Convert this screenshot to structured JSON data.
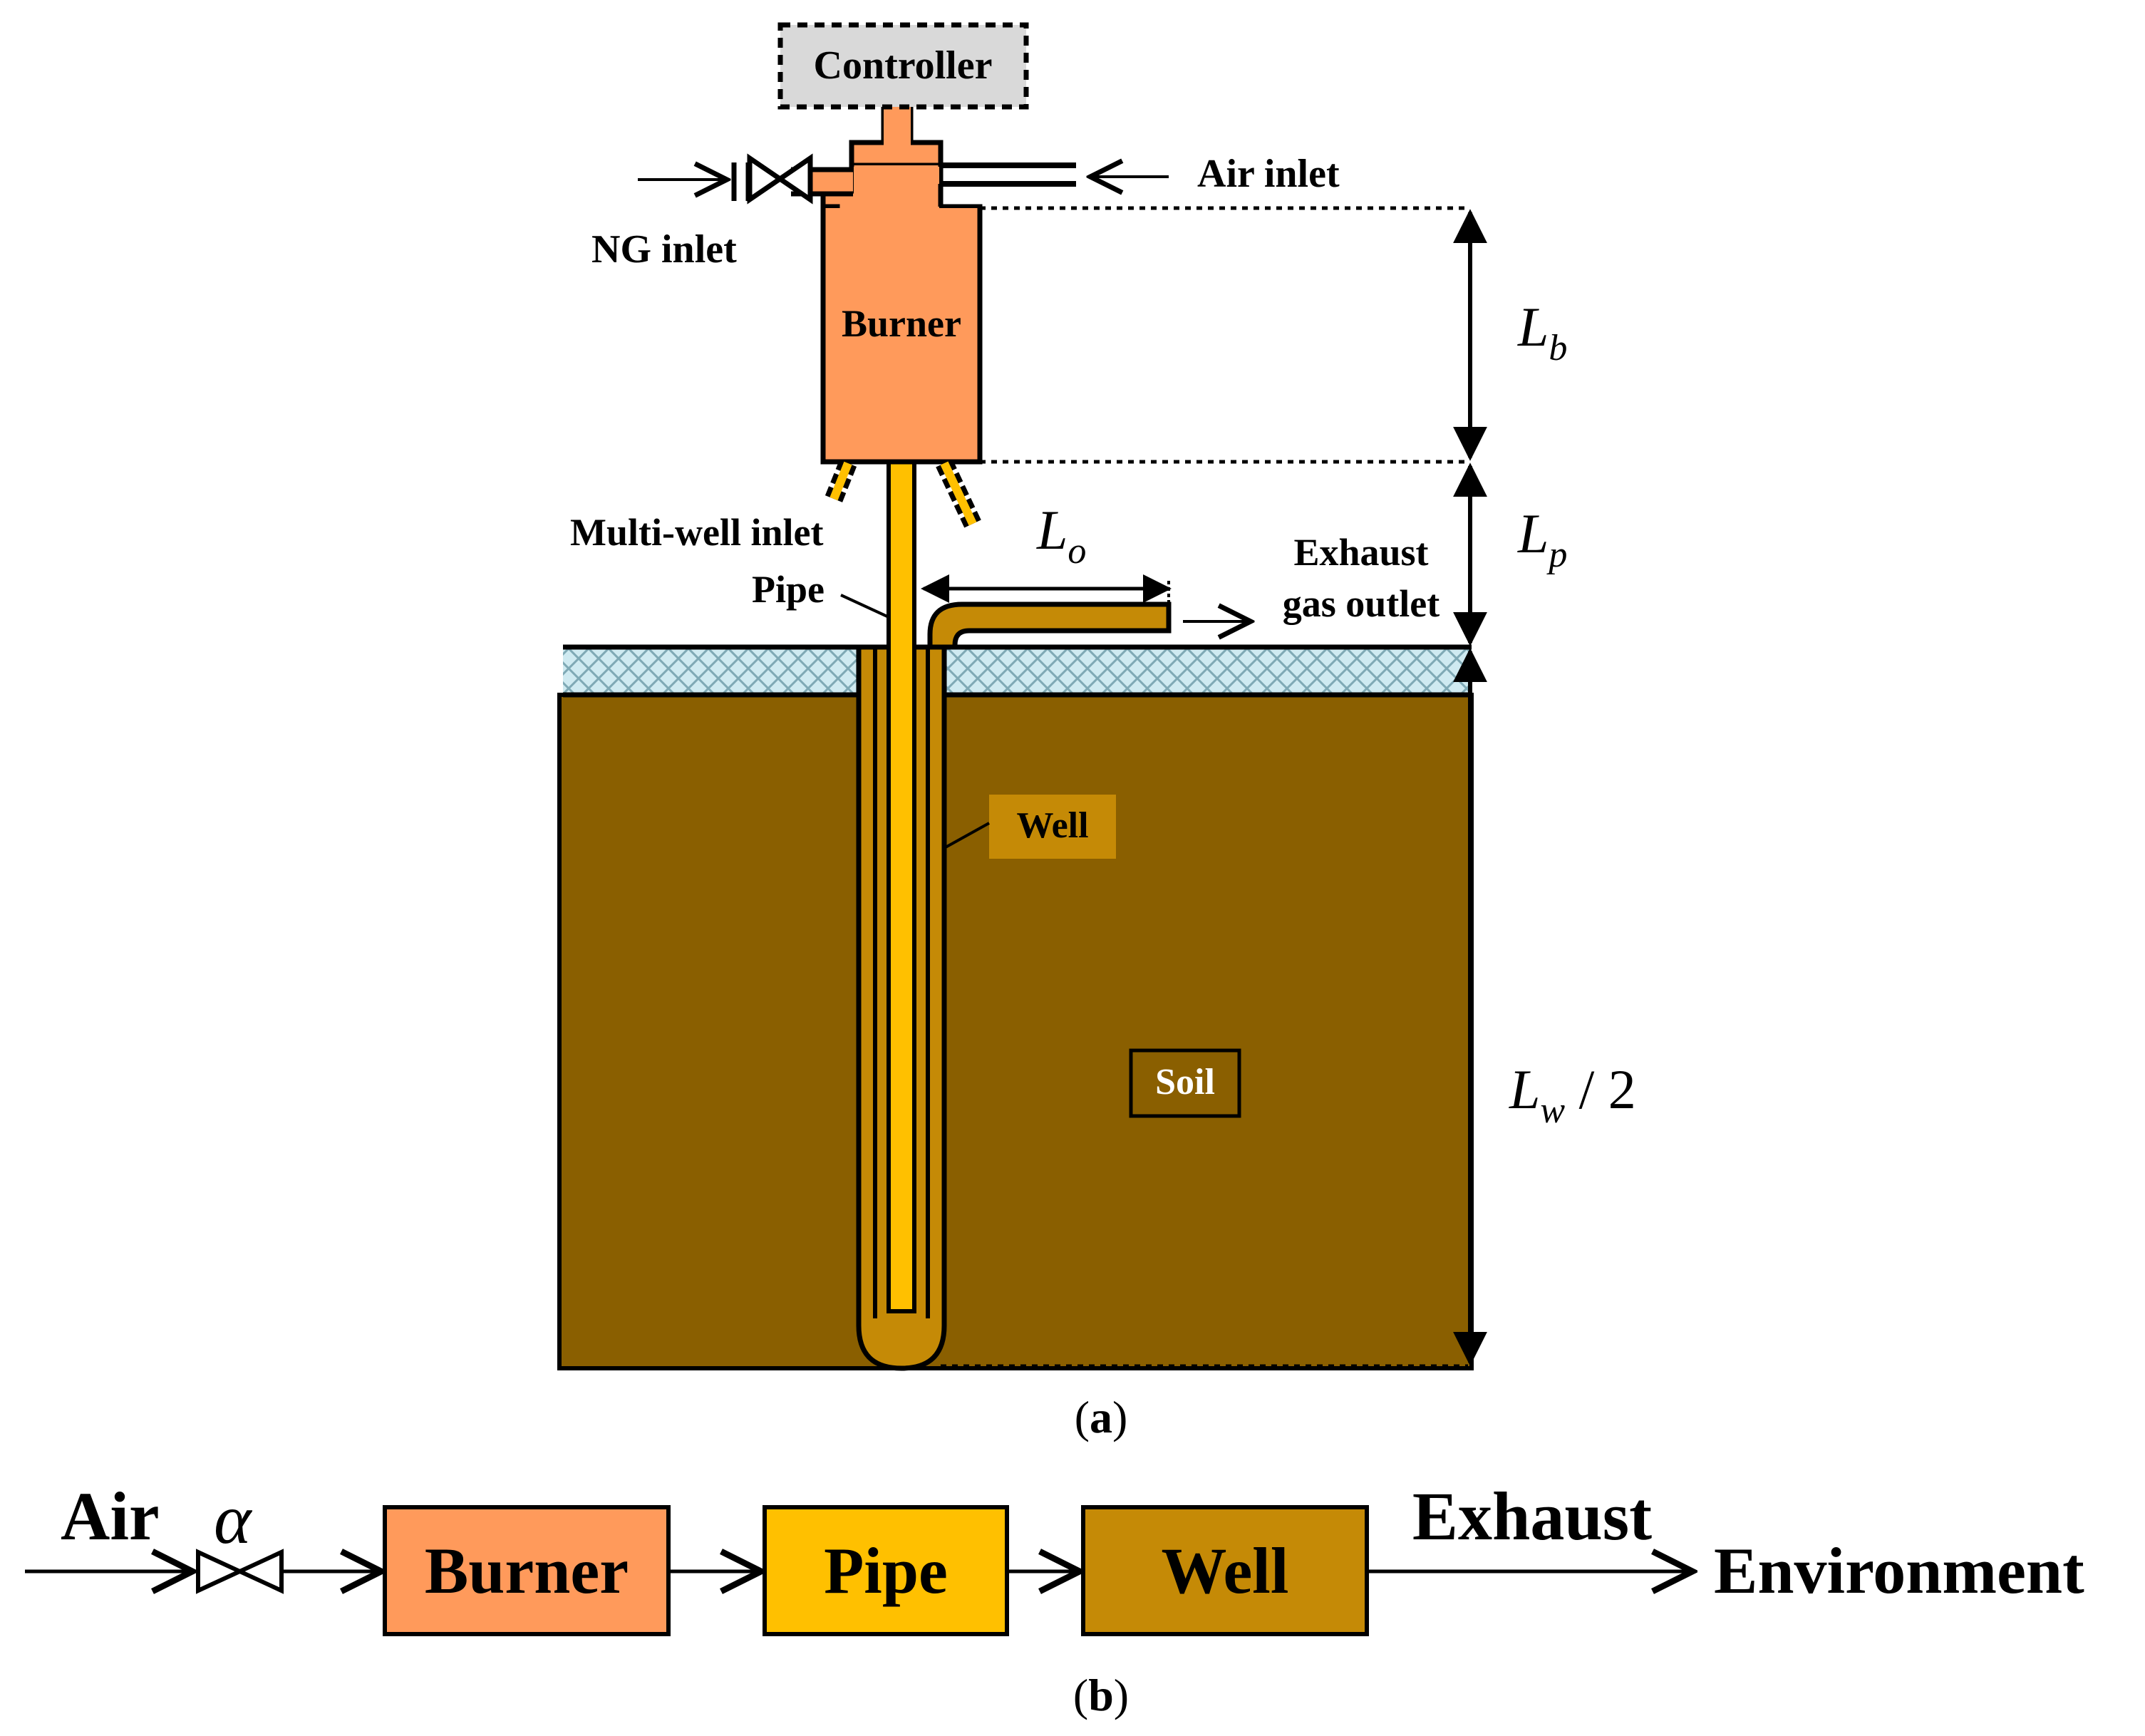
{
  "panel_a": {
    "caption_open": "(",
    "caption_letter": "a",
    "caption_close": ")",
    "controller": "Controller",
    "air_inlet": "Air inlet",
    "ng_inlet": "NG inlet",
    "burner": "Burner",
    "multi_well_inlet": "Multi-well inlet",
    "pipe": "Pipe",
    "exhaust_line1": "Exhaust",
    "exhaust_line2": "gas outlet",
    "well": "Well",
    "soil": "Soil",
    "dim_lb_main": "L",
    "dim_lb_sub": "b",
    "dim_lp_main": "L",
    "dim_lp_sub": "p",
    "dim_lo_main": "L",
    "dim_lo_sub": "o",
    "dim_lw_main": "L",
    "dim_lw_sub": "w",
    "dim_lw_tail": " / 2"
  },
  "panel_b": {
    "caption_open": "(",
    "caption_letter": "b",
    "caption_close": ")",
    "air": "Air",
    "valve_symbol": "α",
    "burner": "Burner",
    "pipe": "Pipe",
    "well": "Well",
    "exhaust": "Exhaust",
    "environment": "Environment"
  },
  "colors": {
    "burner": "#FF9A5B",
    "pipe": "#FFC000",
    "well": "#C58A06",
    "soil": "#8A5F00",
    "ground_hatch": "#BFE3EC",
    "controller_bg": "#D9D9D9"
  }
}
